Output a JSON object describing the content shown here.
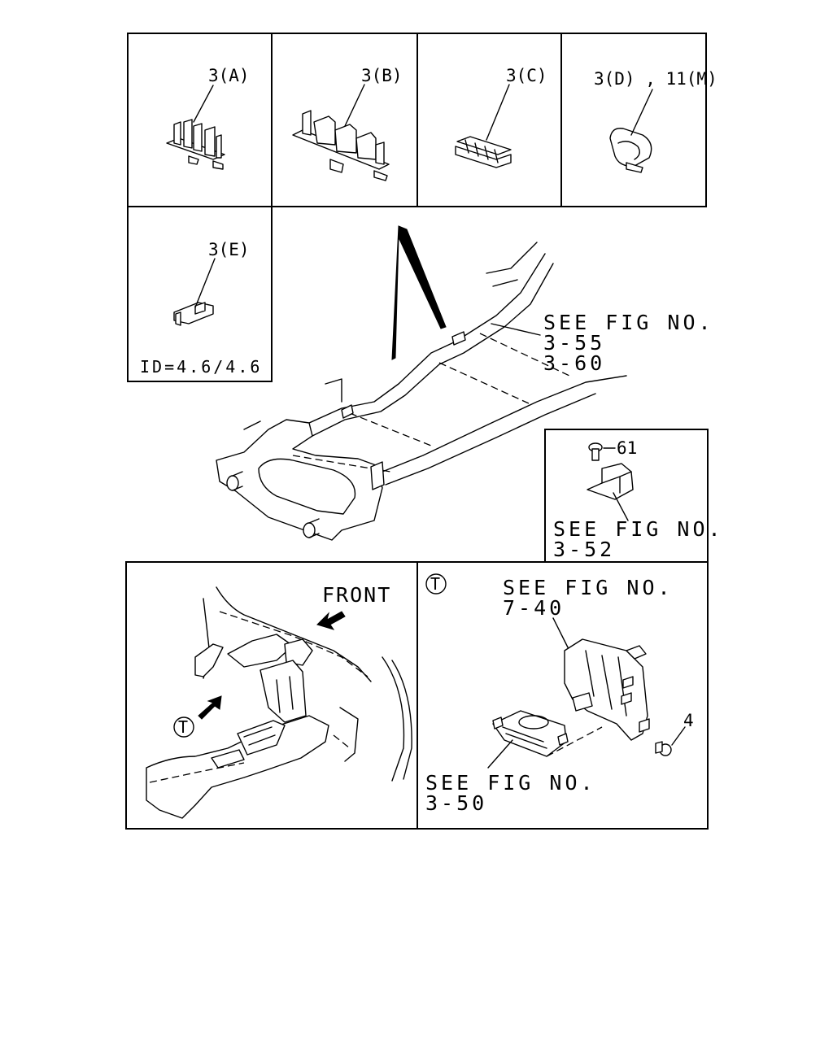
{
  "callouts": {
    "part_3a": "3(A)",
    "part_3b": "3(B)",
    "part_3c": "3(C)",
    "part_3d_11m": "3(D) , 11(M)",
    "part_3e": "3(E)",
    "id_note": "ID=4.6/4.6",
    "part_61": "61",
    "part_4": "4",
    "view_t": "T",
    "front": "FRONT"
  },
  "references": {
    "frame_ref_1": "SEE FIG NO.",
    "frame_ref_2": "3-55",
    "frame_ref_3": "3-60",
    "sensor_ref_1": "SEE FIG NO.",
    "sensor_ref_2": "3-52",
    "bracket_ref_1": "SEE FIG NO.",
    "bracket_ref_2": "7-40",
    "module_ref_1": "SEE FIG NO.",
    "module_ref_2": "3-50"
  }
}
